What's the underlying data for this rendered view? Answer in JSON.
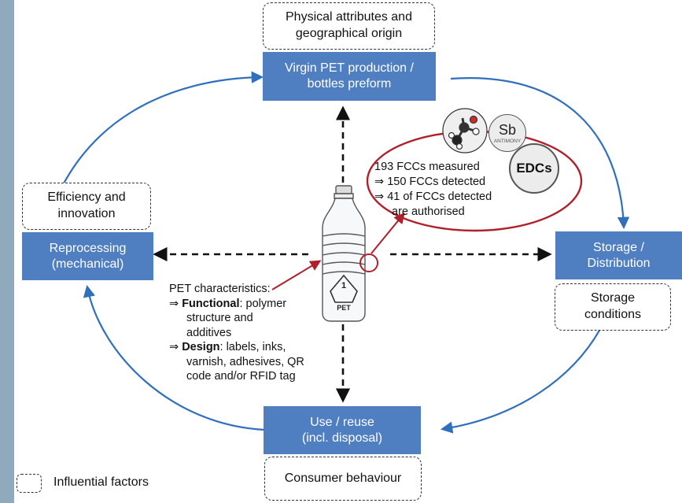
{
  "diagram": {
    "nodes": {
      "virgin_pet": "Virgin PET production /\nbottles preform",
      "storage": "Storage /\nDistribution",
      "use_reuse": "Use / reuse\n(incl. disposal)",
      "reprocessing": "Reprocessing\n(mechanical)"
    },
    "factors": {
      "physical": "Physical attributes and\ngeographical origin",
      "efficiency": "Efficiency and\ninnovation",
      "storage_conditions": "Storage\nconditions",
      "consumer": "Consumer behaviour"
    },
    "pet_characteristics": {
      "heading": "PET characteristics:",
      "arrow": "⇒",
      "functional_label": "Functional",
      "functional_text": ": polymer",
      "functional_cont1": "structure and",
      "functional_cont2": "additives",
      "design_label": "Design",
      "design_text": ": labels, inks,",
      "design_cont1": "varnish, adhesives, QR",
      "design_cont2": "code and/or RFID tag"
    },
    "fcc": {
      "line1": "193 FCCs measured",
      "arrow": "⇒",
      "line2": "150 FCCs detected",
      "line3": "41 of FCCs detected",
      "line4": "are authorised",
      "sb": "Sb",
      "antimony": "ANTIMONY",
      "edcs": "EDCs"
    },
    "bottle": {
      "recycle_number": "1",
      "recycle_label": "PET"
    },
    "legend": "Influential factors"
  },
  "colors": {
    "node_fill": "#4f7ec1",
    "cycle_arrow": "#2f6fbe",
    "highlight": "#b0202b",
    "background": "#8fa9bd"
  }
}
